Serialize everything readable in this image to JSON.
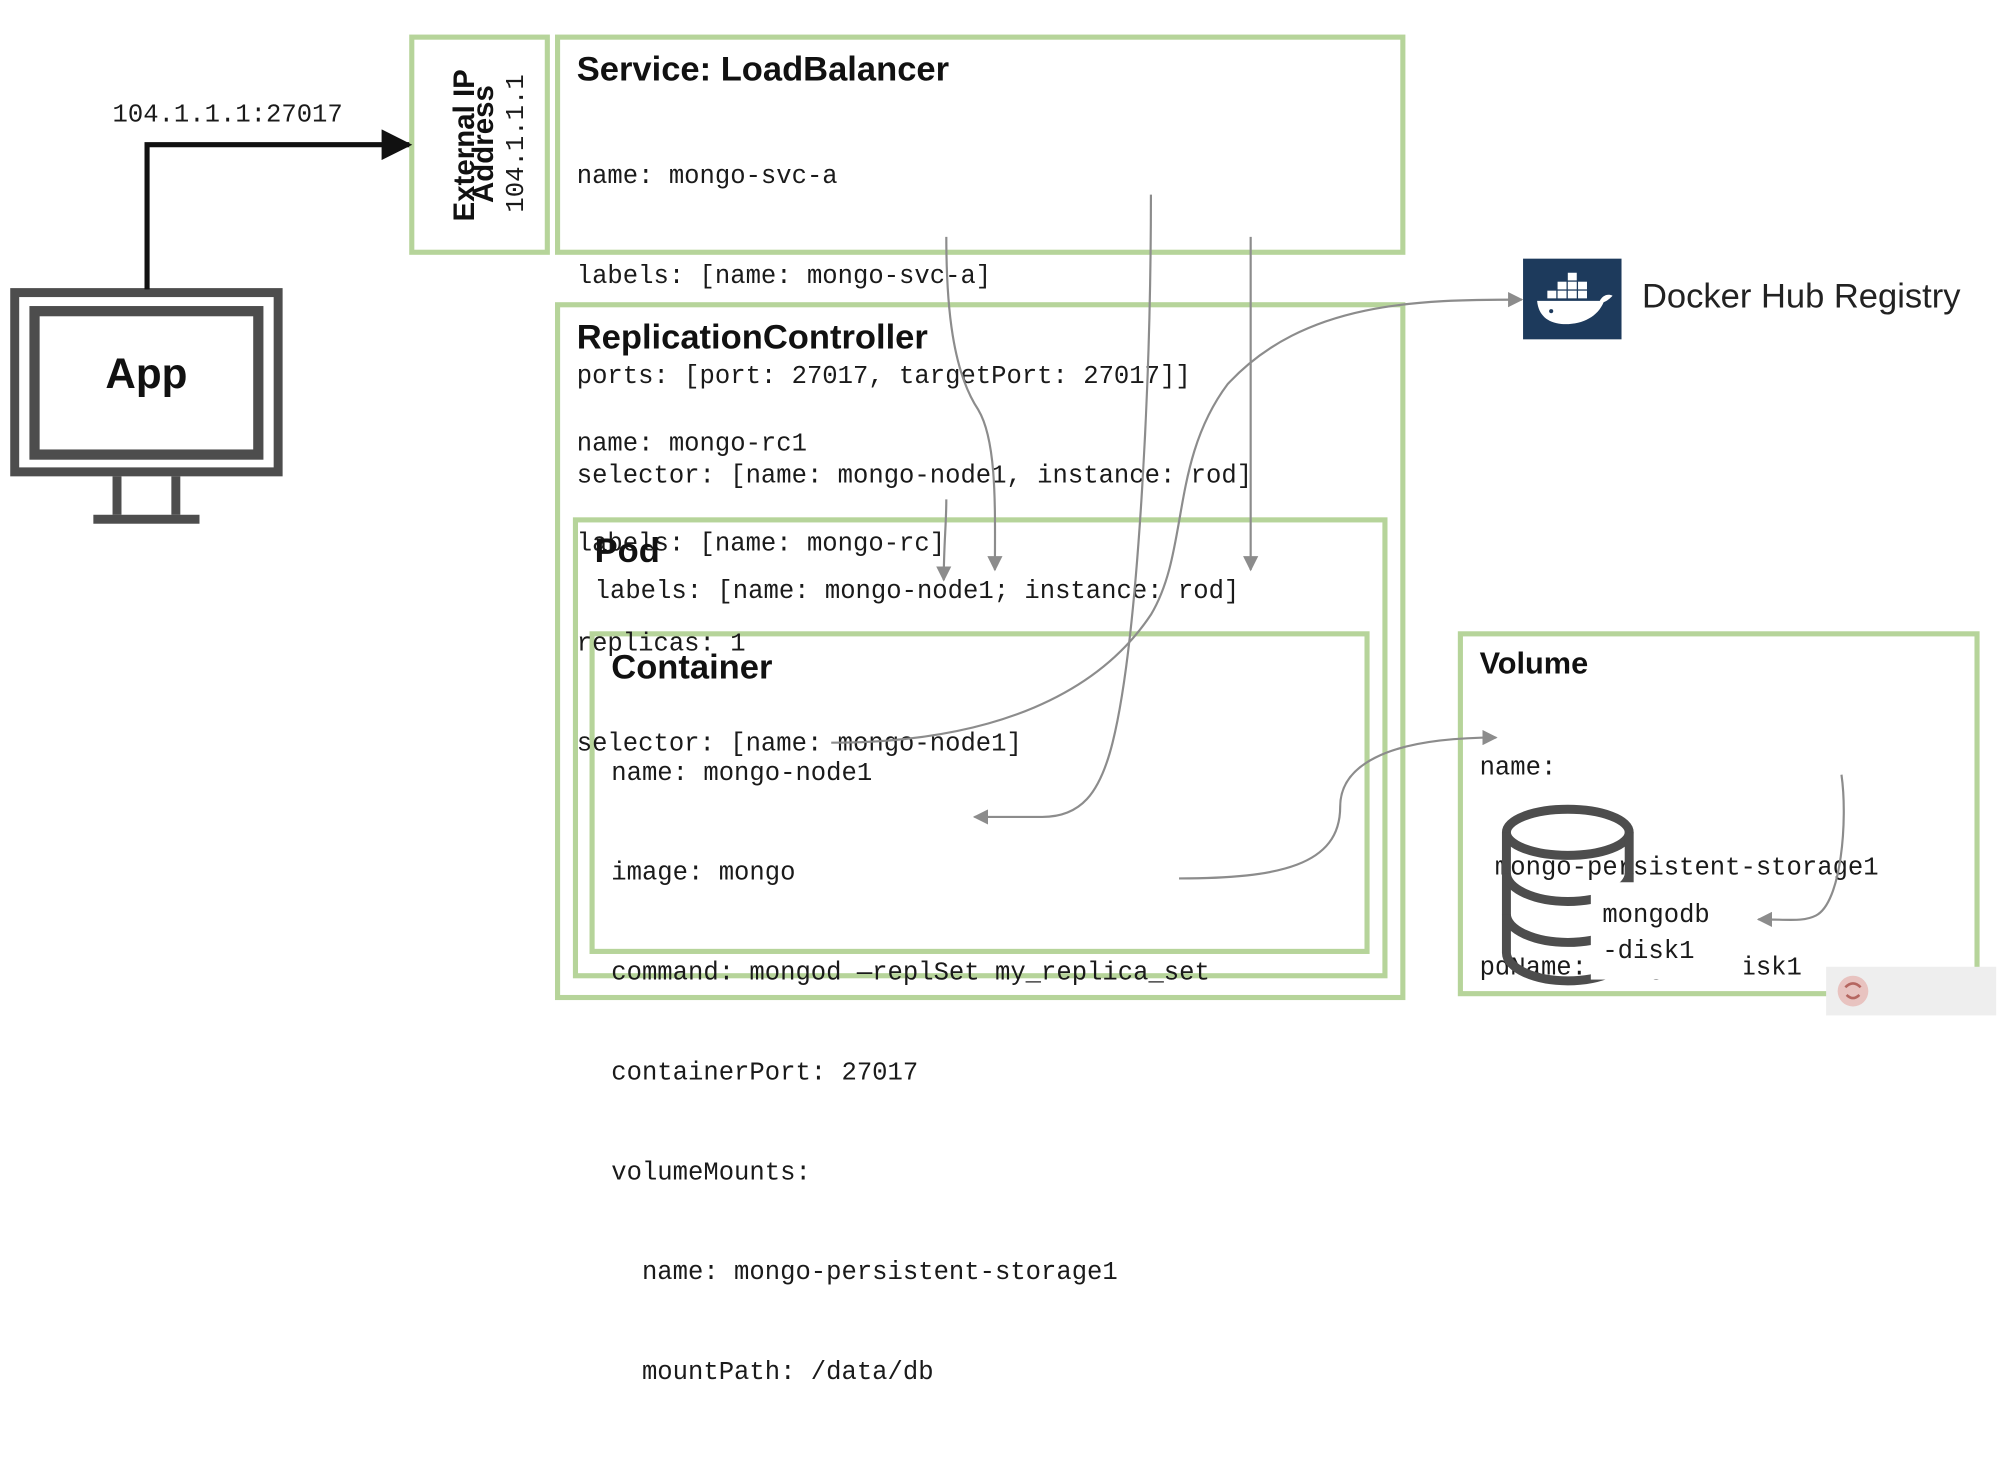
{
  "connection": {
    "endpoint_label": "104.1.1.1:27017"
  },
  "app": {
    "label": "App"
  },
  "external_ip": {
    "title_line1": "External IP",
    "title_line2": "Address",
    "ip": "104.1.1.1"
  },
  "service": {
    "title": "Service: LoadBalancer",
    "lines": [
      "name: mongo-svc-a",
      "labels: [name: mongo-svc-a]",
      "ports: [port: 27017, targetPort: 27017]]",
      "selector: [name: mongo-node1, instance: rod]"
    ]
  },
  "replication_controller": {
    "title": "ReplicationController",
    "lines": [
      "name: mongo-rc1",
      "labels: [name: mongo-rc]",
      "replicas: 1",
      "selector: [name: mongo-node1]"
    ]
  },
  "pod": {
    "title": "Pod",
    "labels_line": "labels: [name: mongo-node1; instance: rod]"
  },
  "container": {
    "title": "Container",
    "lines": [
      "name: mongo-node1",
      "image: mongo",
      "command: mongod —replSet my_replica_set",
      "containerPort: 27017",
      "volumeMounts:",
      "  name: mongo-persistent-storage1",
      "  mountPath: /data/db"
    ]
  },
  "registry": {
    "label": "Docker Hub Registry",
    "brand_color": "#1d3a5c"
  },
  "volume": {
    "title": "Volume",
    "lines": [
      "name:",
      " mongo-persistent-storage1",
      "pdName: mongodb-disk1"
    ],
    "disk_line1": "mongodb",
    "disk_line2": "-disk1"
  },
  "colors": {
    "box_border": "#b6d49a",
    "arrow": "#8c8c8c",
    "monitor": "#4d4d4d"
  }
}
